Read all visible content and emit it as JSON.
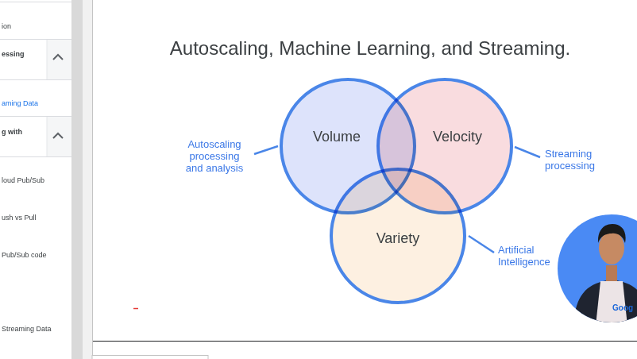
{
  "diagram": {
    "title": "Autoscaling, Machine Learning, and Streaming.",
    "nodes": [
      {
        "text": [
          "Volume"
        ]
      },
      {
        "text": [
          "Velocity"
        ]
      },
      {
        "text": [
          "Variety"
        ]
      }
    ],
    "labels": [
      "ion",
      "essing",
      "aming Data",
      "g with",
      "loud Pub/Sub",
      "ush vs Pull",
      "Pub/Sub code",
      "Streaming Data",
      "Autoscaling processing and analysis",
      "Streaming processing",
      "Artificial Intelligence",
      "Goog"
    ]
  }
}
